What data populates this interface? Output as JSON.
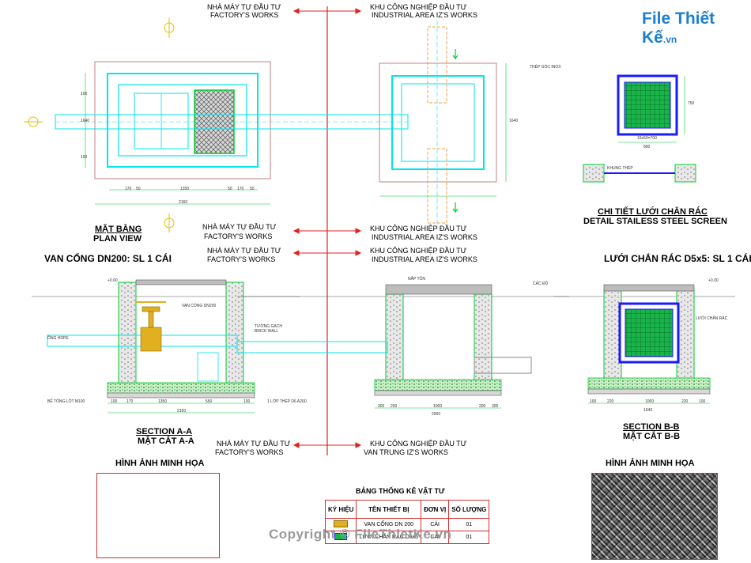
{
  "logo": {
    "brand": "File Thiết Kế",
    "ext": ".vn"
  },
  "boundary_labels": [
    {
      "left": "NHÀ MÁY TỰ ĐẦU TƯ",
      "left_en": "FACTORY'S WORKS",
      "right": "KHU CÔNG NGHIỆP ĐẦU TƯ",
      "right_en": "INDUSTRIAL AREA IZ'S WORKS"
    },
    {
      "left": "NHÀ MÁY TỰ ĐẦU TƯ",
      "left_en": "FACTORY'S WORKS",
      "right": "KHU CÔNG NGHIỆP ĐẦU TƯ",
      "right_en": "INDUSTRIAL AREA IZ'S WORKS"
    },
    {
      "left": "NHÀ MÁY TỰ ĐẦU TƯ",
      "left_en": "FACTORY'S WORKS",
      "right": "KHU CÔNG NGHIỆP ĐẦU TƯ",
      "right_en": "INDUSTRIAL AREA IZ'S WORKS"
    },
    {
      "left": "NHÀ MÁY TỰ ĐẦU TƯ",
      "left_en": "FACTORY'S WORKS",
      "right": "KHU CÔNG NGHIỆP ĐẦU TƯ",
      "right_en": "VAN TRUNG IZ'S WORKS"
    }
  ],
  "titles": {
    "plan_vn": "MẶT BẰNG",
    "plan_en": "PLAN VIEW",
    "screen_vn": "CHI TIẾT LƯỚI CHẮN RÁC",
    "screen_en": "DETAIL STAILESS STEEL SCREEN",
    "valve_count": "VAN CỔNG DN200: SL 1 CÁI",
    "screen_count": "LƯỚI CHẮN RÁC D5x5: SL 1 CÁI",
    "section_aa_en": "SECTION A-A",
    "section_aa_vn": "MẶT CẮT A-A",
    "section_bb_en": "SECTION B-B",
    "section_bb_vn": "MẶT CẮT B-B",
    "illus_left": "HÌNH ẢNH MINH HỌA",
    "illus_right": "HÌNH ẢNH MINH HỌA",
    "bom_title": "BẢNG THỐNG KÊ VẬT TƯ"
  },
  "dims": {
    "plan_bottom": [
      "170",
      "50",
      "1350",
      "50",
      "170",
      "50"
    ],
    "plan_total": "2160",
    "plan_left_lines": [
      "100",
      "100",
      "1640"
    ],
    "plan_right_total": "1640",
    "screen_w": "800",
    "screen_h": "750",
    "screen_inner": "16x50=700",
    "sec_aa": [
      "100",
      "170",
      "1350",
      "550",
      "100"
    ],
    "sec_aa_total": "2160",
    "sec_mid": [
      "300",
      "200",
      "1000",
      "200",
      "300"
    ],
    "sec_mid_total": "2000",
    "sec_bb": [
      "100",
      "220",
      "1000",
      "220",
      "100"
    ],
    "sec_bb_total": "1640"
  },
  "notes": {
    "level_left": "+0.00",
    "level_right": "+0.00",
    "iz_level": "CÁC ĐỘ",
    "pipe_left": "ỐNG HDPE",
    "valve_note": "VAN CỔNG DN200",
    "wall_note": "TƯỜNG GẠCH",
    "brick_note": "BRICK WALL",
    "concrete_note": "BÊ TÔNG LÓT M100",
    "gravel_note": "1 LỚP THÉP D6 A200",
    "screen_note": "LƯỚI CHẮN RÁC",
    "steel_note": "THÉP GÓC INOX",
    "frame_note": "KHUNG THÉP",
    "cover_note": "NẮP TÔN"
  },
  "bom": {
    "headers": [
      "KÝ HIỆU",
      "TÊN THIẾT BỊ",
      "ĐƠN VỊ",
      "SỐ LƯỢNG"
    ],
    "rows": [
      {
        "name": "VAN CỔNG DN 200",
        "unit": "CÁI",
        "qty": "01"
      },
      {
        "name": "LƯỚI CHẮN RÁC D5x5",
        "unit": "CÁI",
        "qty": "01"
      }
    ]
  },
  "watermark": "Copyright © FileThietKe.vn",
  "colors": {
    "cyan": "#00e5ee",
    "red": "#e02020",
    "green": "#00cc33",
    "blue": "#1a1aff",
    "orange": "#f5a040",
    "gray": "#9a9a9a"
  }
}
